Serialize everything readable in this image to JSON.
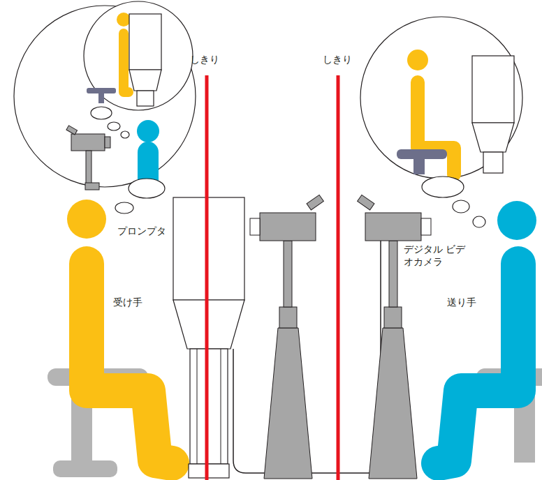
{
  "diagram": {
    "labels": [
      "しきり",
      "しきり",
      "プロンプタ",
      "デジタル ビデオカメラ",
      "受け手",
      "送り手"
    ]
  }
}
